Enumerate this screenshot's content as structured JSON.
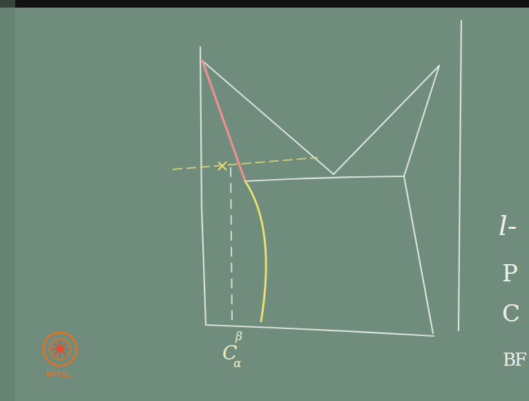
{
  "diagram": {
    "labels": [
      "C",
      "β",
      "α",
      "l-",
      "P",
      "C",
      "B",
      "F",
      "NPTEL"
    ]
  }
}
